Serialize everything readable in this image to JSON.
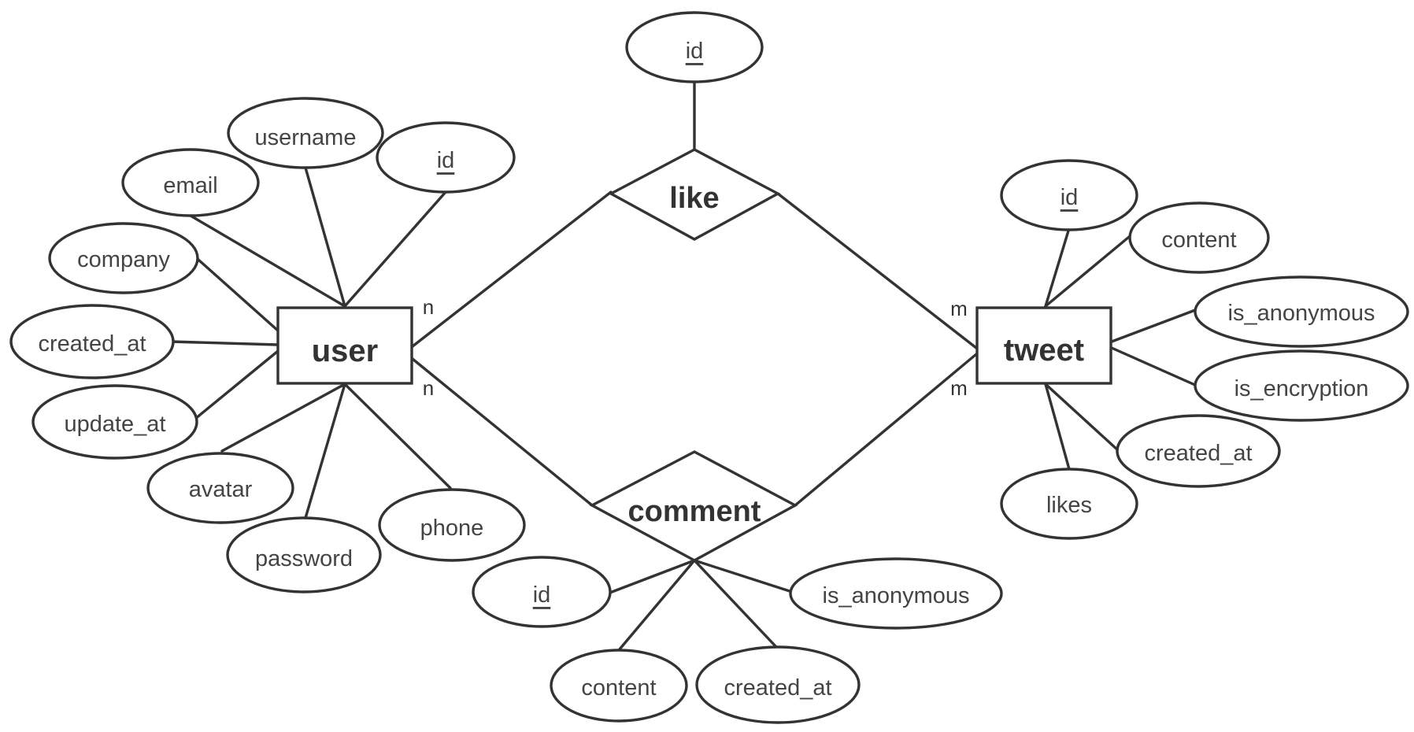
{
  "entities": {
    "user": "user",
    "tweet": "tweet"
  },
  "relationships": {
    "like": "like",
    "comment": "comment"
  },
  "cardinalities": {
    "user_like": "n",
    "user_comment": "n",
    "tweet_like": "m",
    "tweet_comment": "m"
  },
  "attributes": {
    "user": {
      "id": "id",
      "username": "username",
      "email": "email",
      "company": "company",
      "created_at": "created_at",
      "update_at": "update_at",
      "avatar": "avatar",
      "password": "password",
      "phone": "phone"
    },
    "tweet": {
      "id": "id",
      "content": "content",
      "is_anonymous": "is_anonymous",
      "is_encryption": "is_encryption",
      "created_at": "created_at",
      "likes": "likes"
    },
    "like": {
      "id": "id"
    },
    "comment": {
      "id": "id",
      "content": "content",
      "created_at": "created_at",
      "is_anonymous": "is_anonymous"
    }
  },
  "colors": {
    "stroke": "#333333",
    "text": "#444444",
    "background": "#ffffff"
  }
}
